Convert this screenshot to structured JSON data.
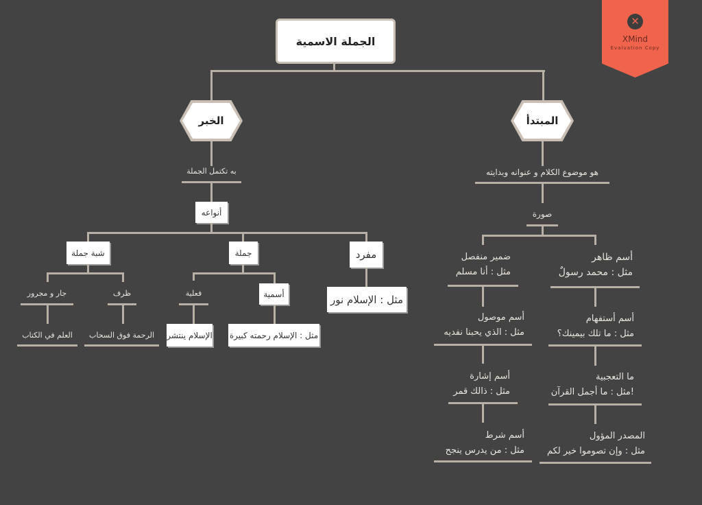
{
  "root": "الجملة الاسمية",
  "predicate": {
    "title": "الخبر",
    "definition": "به تكتمل الجملة",
    "types_label": "أنواعه",
    "semi_sentence": {
      "label": "شبة جملة",
      "jar": "جار و مجرور",
      "jar_example": "العلم في الكتاب",
      "zarf": "ظرف",
      "zarf_example": "الرحمة فوق السحاب"
    },
    "sentence": {
      "label": "جملة",
      "verbal": "فعلية",
      "verbal_example": "الإسلام ينتشر",
      "nominal": "أسمية",
      "nominal_example": "مثل : الإسلام رحمته كبيرة"
    },
    "single": {
      "label": "مفرد",
      "example": "مثل : الإسلام نور"
    }
  },
  "subject": {
    "title": "المبتدأ",
    "definition": "هو موضوع الكلام و عنوانه وبدايته",
    "forms_label": "صورة",
    "left": [
      {
        "name": "ضمير منفصل",
        "example": "مثل : أنا مسلم"
      },
      {
        "name": "أسم موصول",
        "example": "مثل : الذي يحبنا نفديه"
      },
      {
        "name": "أسم إشارة",
        "example": "مثل : ذالك قمر"
      },
      {
        "name": "أسم شرط",
        "example": "مثل : من يدرس ينجح"
      }
    ],
    "right": [
      {
        "name": "أسم ظاهر",
        "example": "مثل : محمد رسولٌ"
      },
      {
        "name": "أسم أستفهام",
        "example": "مثل : ما تلك بيمينك؟"
      },
      {
        "name": "ما التعجبية",
        "example": "!مثل : ما أجمل القرآن"
      },
      {
        "name": "المصدر المؤول",
        "example": "مثل : وإن تصوموا خير لكم"
      }
    ]
  },
  "watermark": {
    "brand": "XMind",
    "subtitle": "Evaluation Copy",
    "color": "#f0644d"
  }
}
